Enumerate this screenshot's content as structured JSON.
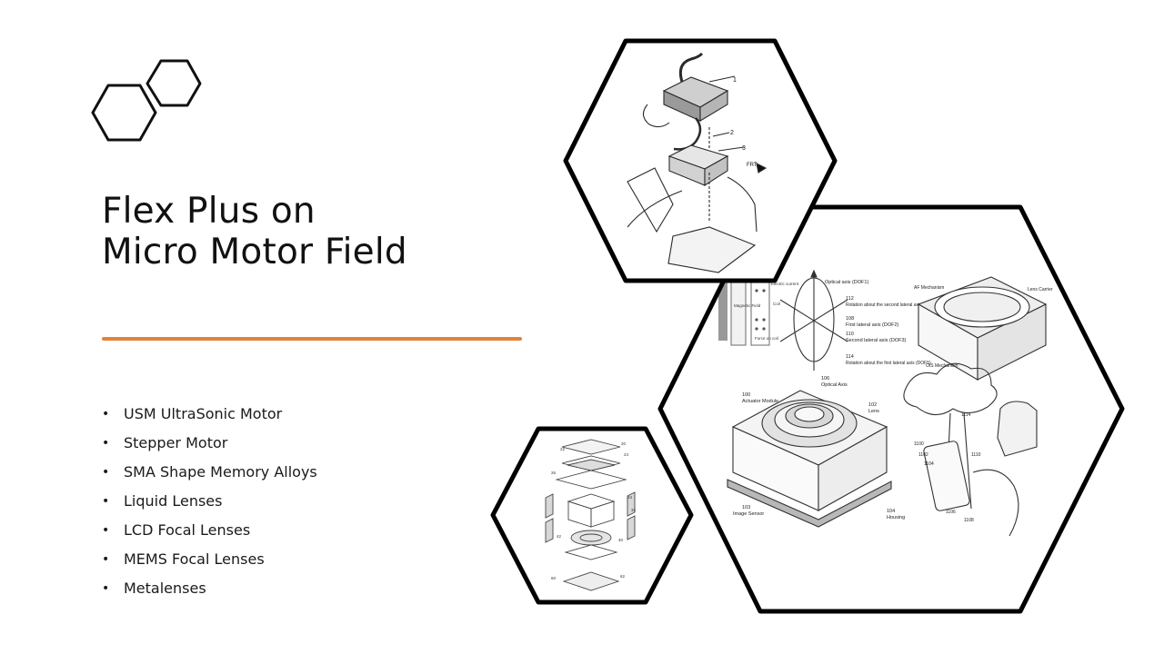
{
  "slide": {
    "title_line1": "Flex Plus on",
    "title_line2": "Micro Motor Field",
    "accent_color": "#E0843A",
    "bullet_glyph": "•",
    "bullets": [
      "USM UltraSonic Motor",
      "Stepper Motor",
      "SMA Shape Memory Alloys",
      "Liquid Lenses",
      "LCD Focal Lenses",
      "MEMS Focal Lenses",
      "Metalenses"
    ]
  },
  "images": {
    "top": {
      "callouts": [
        "1",
        "2",
        "3",
        "FRT"
      ]
    },
    "small": {
      "callouts": [
        "20",
        "22",
        "24",
        "26",
        "32",
        "34",
        "40",
        "42",
        "60",
        "62"
      ]
    },
    "large": {
      "callouts": [
        "Optical axis (DOF1)",
        "112",
        "Rotation about the second lateral axis (DOF4)",
        "108",
        "First lateral axis (DOF2)",
        "110",
        "Second lateral axis (DOF3)",
        "114",
        "Rotation about the first lateral axis (DOF5)",
        "106",
        "Optical Axis",
        "100",
        "Actuator Module",
        "102",
        "Lens",
        "103",
        "Image Sensor",
        "104",
        "Housing",
        "AF Mechanism",
        "Lens Carrier",
        "OIS Mechanism",
        "1114",
        "1100",
        "1102",
        "1110",
        "1104",
        "1106",
        "1108",
        "Electric current",
        "Magnetic Field",
        "Coil",
        "Force on coil"
      ]
    }
  }
}
